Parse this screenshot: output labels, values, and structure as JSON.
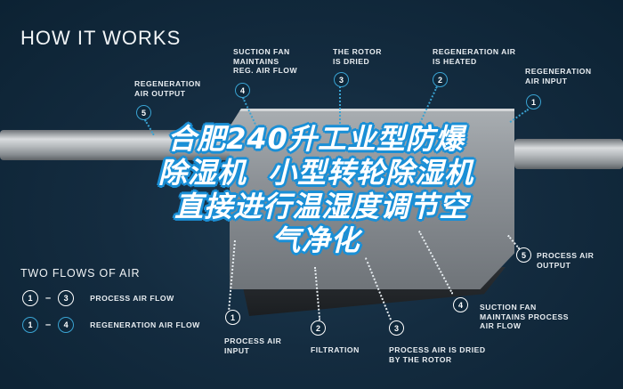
{
  "header": {
    "title": "HOW IT WORKS"
  },
  "overlay": {
    "headline_lines": [
      "合肥240升工业型防爆",
      "除湿机  小型转轮除湿机",
      " 直接进行温湿度调节空",
      "气净化"
    ]
  },
  "top_callouts": [
    {
      "number": "5",
      "label": "REGENERATION\nAIR OUTPUT",
      "style": "blue"
    },
    {
      "number": "4",
      "label": "SUCTION FAN\nMAINTAINS\nREG. AIR FLOW",
      "style": "blue"
    },
    {
      "number": "3",
      "label": "THE ROTOR\nIS DRIED",
      "style": "blue"
    },
    {
      "number": "2",
      "label": "REGENERATION AIR\nIS HEATED",
      "style": "blue"
    },
    {
      "number": "1",
      "label": "REGENERATION\nAIR INPUT",
      "style": "blue"
    }
  ],
  "bottom_callouts": [
    {
      "number": "1",
      "label": "PROCESS AIR\nINPUT",
      "style": "white"
    },
    {
      "number": "2",
      "label": "FILTRATION",
      "style": "white"
    },
    {
      "number": "3",
      "label": "PROCESS AIR IS DRIED\nBY THE ROTOR",
      "style": "white"
    },
    {
      "number": "4",
      "label": "SUCTION FAN\nMAINTAINS PROCESS\nAIR FLOW",
      "style": "white"
    },
    {
      "number": "5",
      "label": "PROCESS AIR\nOUTPUT",
      "style": "white"
    }
  ],
  "legend": {
    "title": "TWO FLOWS OF AIR",
    "rows": [
      {
        "from": "1",
        "to": "3",
        "dash": "–",
        "label": "PROCESS AIR FLOW",
        "style": "white"
      },
      {
        "from": "1",
        "to": "4",
        "dash": "–",
        "label": "REGENERATION AIR FLOW",
        "style": "blue"
      }
    ]
  },
  "colors": {
    "background": "#12293c",
    "regeneration_accent": "#3aa3d2",
    "process_accent": "#ffffff",
    "headline_outline": "#1a8fd6"
  }
}
